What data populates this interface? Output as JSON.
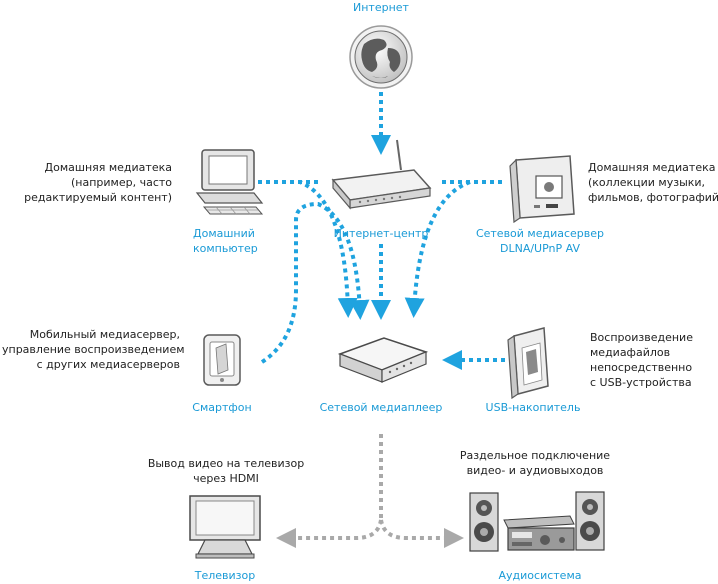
{
  "colors": {
    "link_blue": "#1fa3df",
    "link_gray": "#a9a9a9",
    "label_blue": "#1a9ad6",
    "device_body": "#e9e9e9",
    "device_border": "#8a8a8a"
  },
  "nodes": {
    "internet": {
      "label": "Интернет",
      "icon": "globe-icon"
    },
    "home_pc": {
      "label_lines": [
        "Домашний",
        "компьютер"
      ],
      "icon": "desktop-computer-icon",
      "note_lines": [
        "Домашняя медиатека",
        "(например, часто",
        "редактируемый контент)"
      ]
    },
    "router": {
      "label": "Интернет-центр",
      "icon": "router-icon"
    },
    "nas": {
      "label_lines": [
        "Сетевой медиасервер",
        "DLNA/UPnP AV"
      ],
      "icon": "media-server-icon",
      "note_lines": [
        "Домашняя медиатека",
        "(коллекции музыки,",
        "фильмов, фотографий)"
      ]
    },
    "smartphone": {
      "label": "Смартфон",
      "icon": "smartphone-icon",
      "note_lines": [
        "Мобильный медиасервер,",
        "управление воспроизведением",
        "с других медиасерверов"
      ]
    },
    "player": {
      "label": "Сетевой медиаплеер",
      "icon": "media-player-icon"
    },
    "usb": {
      "label": "USB-накопитель",
      "icon": "usb-drive-icon",
      "note_lines": [
        "Воспроизведение",
        "медиафайлов",
        "непосредственно",
        "с USB-устройства"
      ]
    },
    "tv": {
      "label": "Телевизор",
      "icon": "tv-icon",
      "note_lines": [
        "Вывод видео на телевизор",
        "через HDMI"
      ]
    },
    "audio": {
      "label": "Аудиосистема",
      "icon": "audio-system-icon",
      "note_lines": [
        "Раздельное подключение",
        "видео- и аудиовыходов"
      ]
    }
  }
}
